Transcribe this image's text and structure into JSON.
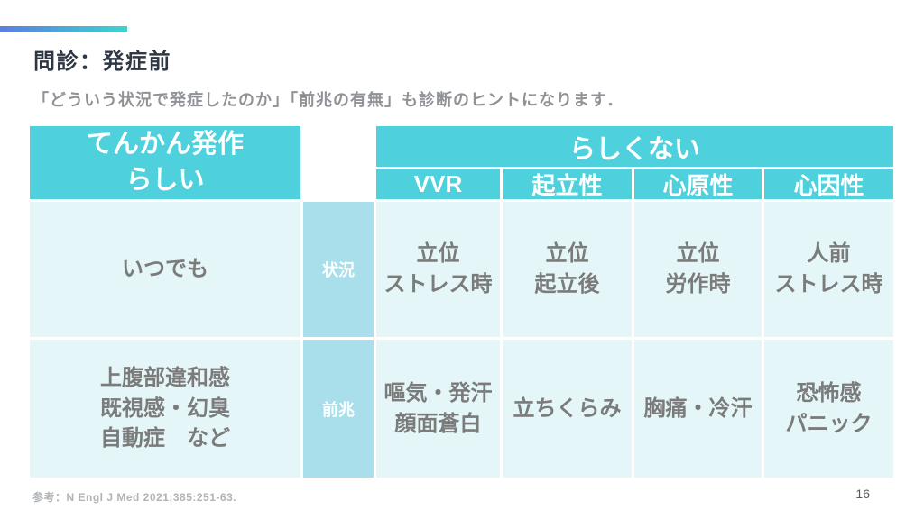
{
  "slide": {
    "title": "問診：発症前",
    "subtitle": "「どういう状況で発症したのか」「前兆の有無」も診断のヒントになります．",
    "reference": "参考：N Engl J Med 2021;385:251-63.",
    "page_number": "16"
  },
  "table": {
    "left_header": "てんかん発作\nらしい",
    "group_header": "らしくない",
    "columns": [
      "VVR",
      "起立性",
      "心原性",
      "心因性"
    ],
    "rows": [
      {
        "left": "いつでも",
        "label": "状況",
        "cells": [
          "立位\nストレス時",
          "立位\n起立後",
          "立位\n労作時",
          "人前\nストレス時"
        ]
      },
      {
        "left": "上腹部違和感\n既視感・幻臭\n自動症　など",
        "label": "前兆",
        "cells": [
          "嘔気・発汗\n顔面蒼白",
          "立ちくらみ",
          "胸痛・冷汗",
          "恐怖感\nパニック"
        ]
      }
    ]
  },
  "colors": {
    "header_teal": "#4fd0dd",
    "cell_light": "#e4f6f7",
    "row_label_blue": "#a9dfea",
    "accent_gradient_start": "#5b7ce2",
    "accent_gradient_end": "#3bd6ce",
    "body_text_gray": "#7b7b7b"
  }
}
